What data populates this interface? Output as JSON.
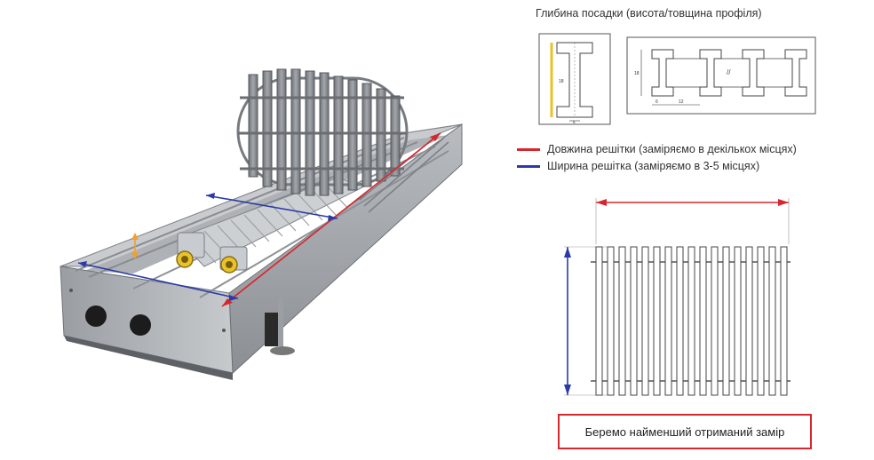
{
  "heading": "Глибина посадки (висота/товщина профіля)",
  "legend": [
    {
      "label": "Довжина решітки (заміряємо в декількох місцях)",
      "color": "#d8262e"
    },
    {
      "label": "Ширина решітка (заміряємо в 3-5 місцях)",
      "color": "#2b3aa8"
    }
  ],
  "note": "Беремо найменший отриманий замір",
  "profile_dims": {
    "height": "18",
    "width": "6",
    "spacing": "12",
    "section_height": "18"
  },
  "colors": {
    "red": "#d8262e",
    "blue": "#2b3aa8",
    "orange": "#f0a030",
    "yellow": "#e8c32a"
  }
}
